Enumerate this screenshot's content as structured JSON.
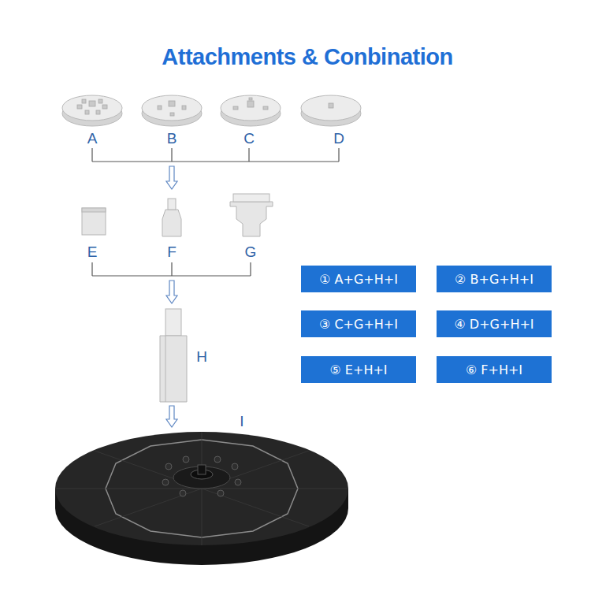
{
  "diagram": {
    "title": "Attachments & Conbination",
    "nodes": [
      {
        "text": [
          "① A+G+H+I"
        ]
      },
      {
        "text": [
          "② B+G+H+I"
        ]
      },
      {
        "text": [
          "③ C+G+H+I"
        ]
      },
      {
        "text": [
          "④ D+G+H+I"
        ]
      },
      {
        "text": [
          "⑤ E+H+I"
        ]
      },
      {
        "text": [
          "⑥ F+H+I"
        ]
      }
    ],
    "labels": [
      "A",
      "B",
      "C",
      "D",
      "E",
      "F",
      "G",
      "H",
      "I"
    ]
  }
}
